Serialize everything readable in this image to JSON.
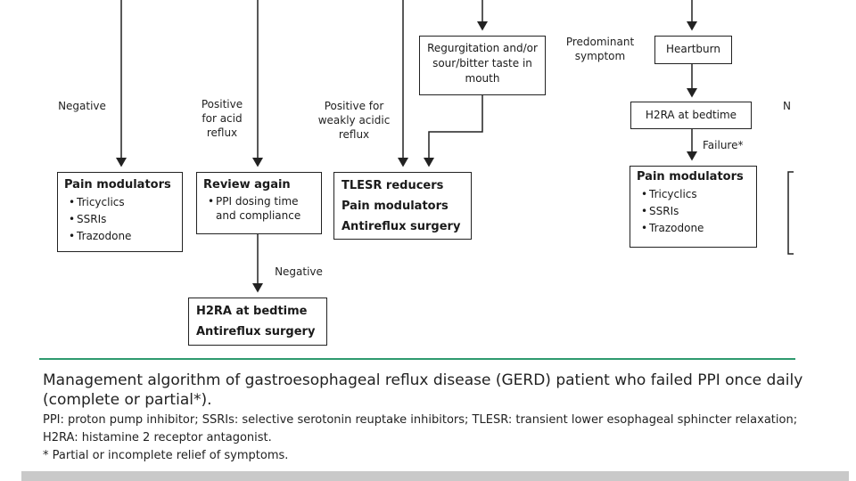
{
  "diagram": {
    "box_pain_mod_1": {
      "title": "Pain modulators",
      "items": [
        "Tricyclics",
        "SSRIs",
        "Trazodone"
      ]
    },
    "box_review": {
      "title": "Review again",
      "item": "PPI dosing time and compliance"
    },
    "box_tlesr": {
      "lines": [
        "TLESR reducers",
        "Pain modulators",
        "Antireflux surgery"
      ]
    },
    "box_h2ra_surgery": {
      "lines": [
        "H2RA at bedtime",
        "Antireflux surgery"
      ]
    },
    "box_regurgitation": {
      "text": "Regurgitation and/or sour/bitter taste in mouth"
    },
    "box_heartburn": {
      "text": "Heartburn"
    },
    "box_h2ra_bedtime": {
      "text": "H2RA at bedtime"
    },
    "box_pain_mod_2": {
      "title": "Pain modulators",
      "items": [
        "Tricyclics",
        "SSRIs",
        "Trazodone"
      ]
    },
    "labels": {
      "negative_1": "Negative",
      "positive_acid": "Positive for acid reflux",
      "positive_weak": "Positive for weakly acidic reflux",
      "negative_2": "Negative",
      "predominant": "Predominant symptom",
      "failure": "Failure*",
      "cut_right": "N"
    }
  },
  "caption": {
    "main": "Management algorithm of gastroesophageal reflux disease (GERD) patient who failed PPI once daily (complete or partial*).",
    "abbreviations": "PPI: proton pump inhibitor; SSRIs: selective serotonin reuptake inhibitors; TLESR: transient lower esophageal sphincter relaxation; H2RA: histamine 2 receptor antagonist.",
    "footnote": "* Partial or incomplete relief of symptoms."
  }
}
